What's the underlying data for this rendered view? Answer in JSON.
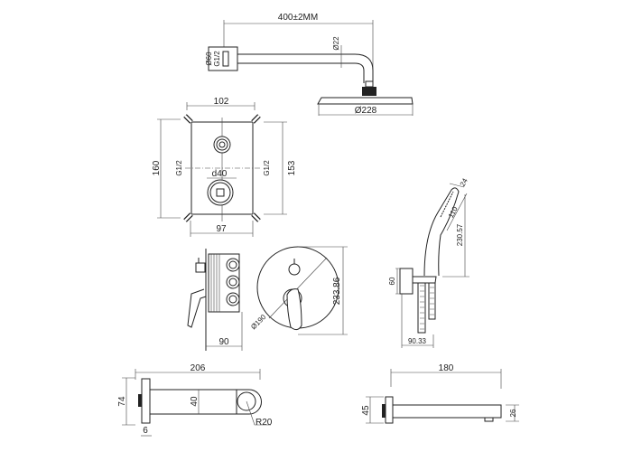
{
  "drawing": {
    "shower_arm": {
      "length": "400±2MM",
      "flange_dia": "Ø60",
      "thread": "G1/2",
      "pipe_dia": "Ø22",
      "head_dia": "Ø228"
    },
    "box": {
      "width_top": "102",
      "height_left": "160",
      "height_right": "153",
      "width_bottom": "97",
      "thread_left": "G1/2",
      "thread_right": "G1/2",
      "cartridge": "d40"
    },
    "valve": {
      "depth": "90",
      "plate_dia": "Ø190",
      "height": "233.86"
    },
    "hand_shower": {
      "holder": "60",
      "length": "230.57",
      "head": "110",
      "width": "24",
      "depth": "90.33"
    },
    "spout_round": {
      "length": "206",
      "height": "74",
      "body": "40",
      "radius": "R20",
      "flange": "6"
    },
    "spout_square": {
      "length": "180",
      "height": "45",
      "outlet": "26"
    }
  }
}
